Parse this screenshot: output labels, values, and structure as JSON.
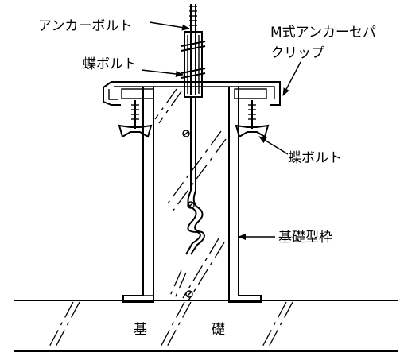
{
  "labels": {
    "anchor_bolt": "アンカーボルト",
    "m_clip_line1": "M式アンカーセパ",
    "m_clip_line2": "クリップ",
    "wing_bolt_top": "蝶ボルト",
    "wing_bolt_right": "蝶ボルト",
    "formwork": "基礎型枠",
    "foundation_char1": "基",
    "foundation_char2": "礎"
  }
}
